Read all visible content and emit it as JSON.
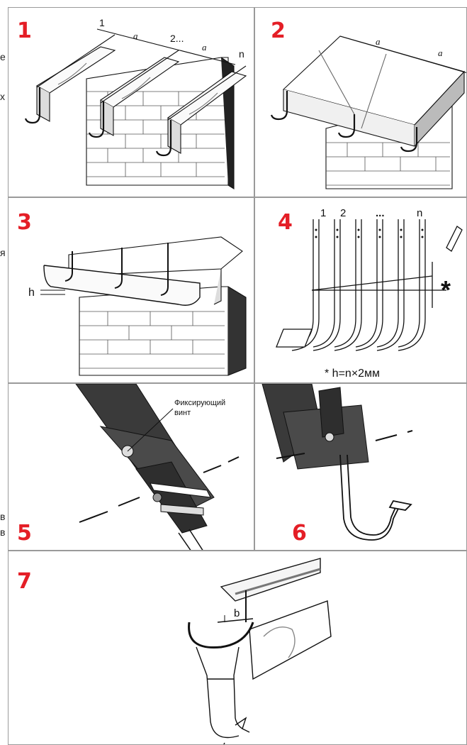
{
  "steps": [
    {
      "number": "1",
      "labels": {
        "m1": "1",
        "m2": "2...",
        "mn": "n",
        "a1": "a",
        "a2": "a"
      }
    },
    {
      "number": "2",
      "labels": {
        "a1": "a",
        "a2": "a"
      }
    },
    {
      "number": "3",
      "labels": {
        "h": "h"
      }
    },
    {
      "number": "4",
      "labels": {
        "c1": "1",
        "c2": "2",
        "c3": "...",
        "cn": "n",
        "star": "*",
        "formula": "* h=n×2мм"
      }
    },
    {
      "number": "5",
      "labels": {
        "screw_line1": "Фиксирующий",
        "screw_line2": "винт"
      }
    },
    {
      "number": "6",
      "labels": {}
    },
    {
      "number": "7",
      "labels": {
        "b": "b"
      }
    }
  ],
  "edge_fragments": [
    "е",
    "х",
    "я",
    "в",
    "в"
  ],
  "colors": {
    "accent": "#e41e26",
    "border": "#9a9a9a",
    "line": "#111111",
    "metal": "#3a3a3a"
  }
}
